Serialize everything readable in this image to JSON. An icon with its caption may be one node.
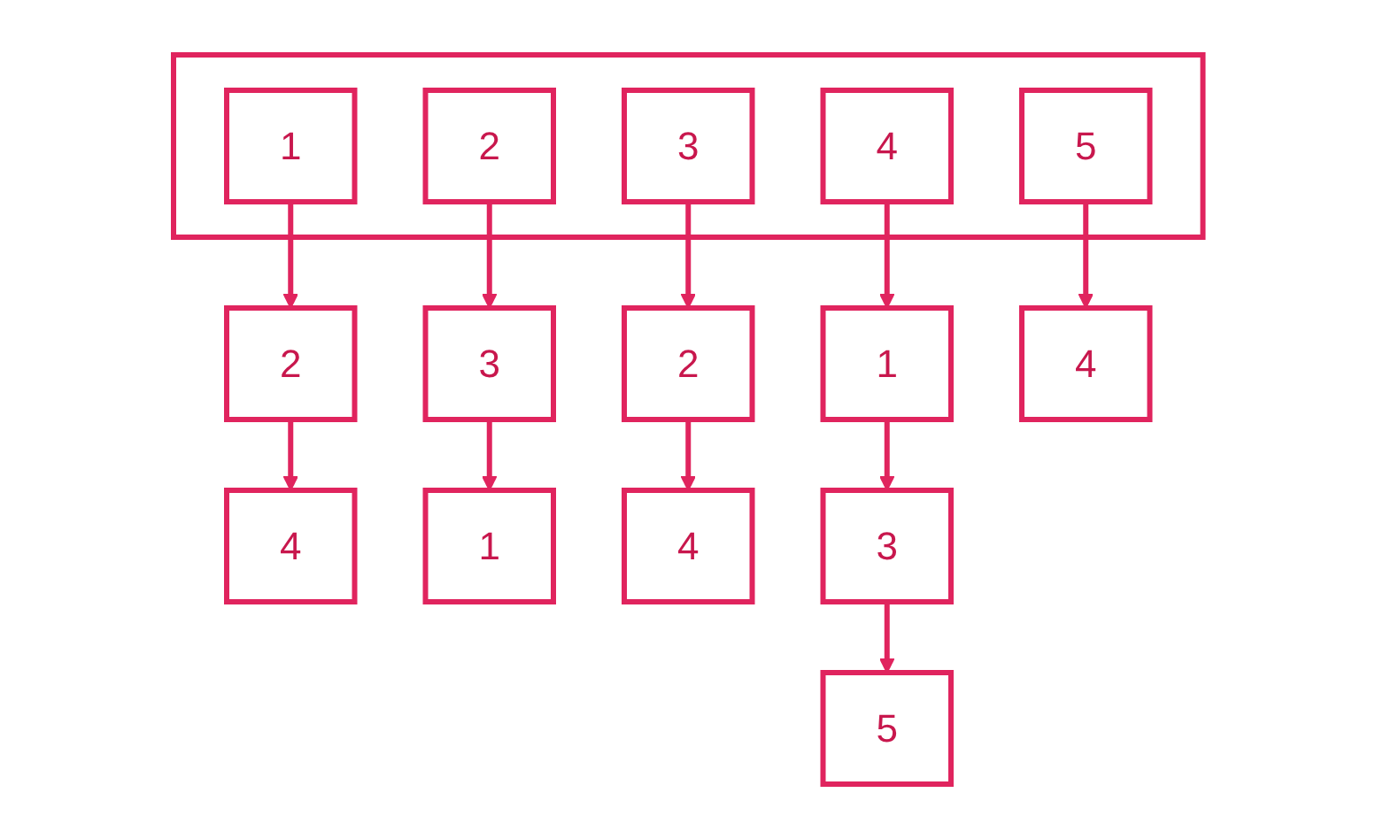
{
  "diagram": {
    "nodes": [
      {
        "text": [],
        "shape": "box"
      },
      {
        "text": [
          "1"
        ],
        "in": 0
      },
      {
        "text": [
          "2"
        ],
        "in": 0
      },
      {
        "text": [
          "3"
        ],
        "in": 0
      },
      {
        "text": [
          "4"
        ],
        "in": 0
      },
      {
        "text": [
          "5"
        ],
        "in": 0
      },
      {
        "text": [
          "2"
        ]
      },
      {
        "text": [
          "4"
        ]
      },
      {
        "text": [
          "3"
        ]
      },
      {
        "text": [
          "1"
        ]
      },
      {
        "text": [
          "2"
        ]
      },
      {
        "text": [
          "4"
        ]
      },
      {
        "text": [
          "1"
        ]
      },
      {
        "text": [
          "3"
        ]
      },
      {
        "text": [
          "5"
        ]
      },
      {
        "text": [
          "4"
        ]
      }
    ],
    "edges": [
      {
        "from": 1,
        "to": 6,
        "arrow": "to"
      },
      {
        "from": 6,
        "to": 7,
        "arrow": "to"
      },
      {
        "from": 2,
        "to": 8,
        "arrow": "to"
      },
      {
        "from": 8,
        "to": 9,
        "arrow": "to"
      },
      {
        "from": 3,
        "to": 10,
        "arrow": "to"
      },
      {
        "from": 10,
        "to": 11,
        "arrow": "to"
      },
      {
        "from": 4,
        "to": 12,
        "arrow": "to"
      },
      {
        "from": 12,
        "to": 13,
        "arrow": "to"
      },
      {
        "from": 13,
        "to": 14,
        "arrow": "to"
      },
      {
        "from": 5,
        "to": 15,
        "arrow": "to"
      }
    ]
  }
}
